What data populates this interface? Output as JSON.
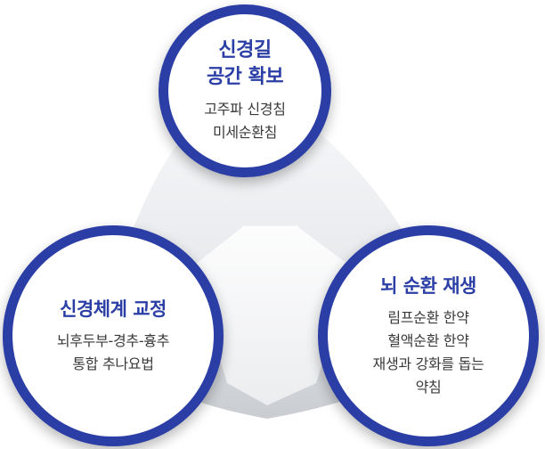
{
  "colors": {
    "ring": "#2b3ea6",
    "title_text": "#2b3ea6",
    "body_text": "#3a3a3a",
    "triangle_light": "#f4f5f7",
    "triangle_dark": "#c9ccd1"
  },
  "nodes": {
    "top": {
      "title_lines": [
        "신경길",
        "공간 확보"
      ],
      "desc_lines": [
        "고주파 신경침",
        "미세순환침"
      ]
    },
    "left": {
      "title_lines": [
        "신경체계 교정"
      ],
      "desc_lines": [
        "뇌후두부-경추-흉추",
        "통합 추나요법"
      ]
    },
    "right": {
      "title_lines": [
        "뇌 순환 재생"
      ],
      "desc_lines": [
        "림프순환 한약",
        "혈액순환 한약",
        "재생과 강화를 돕는",
        "약침"
      ]
    }
  }
}
